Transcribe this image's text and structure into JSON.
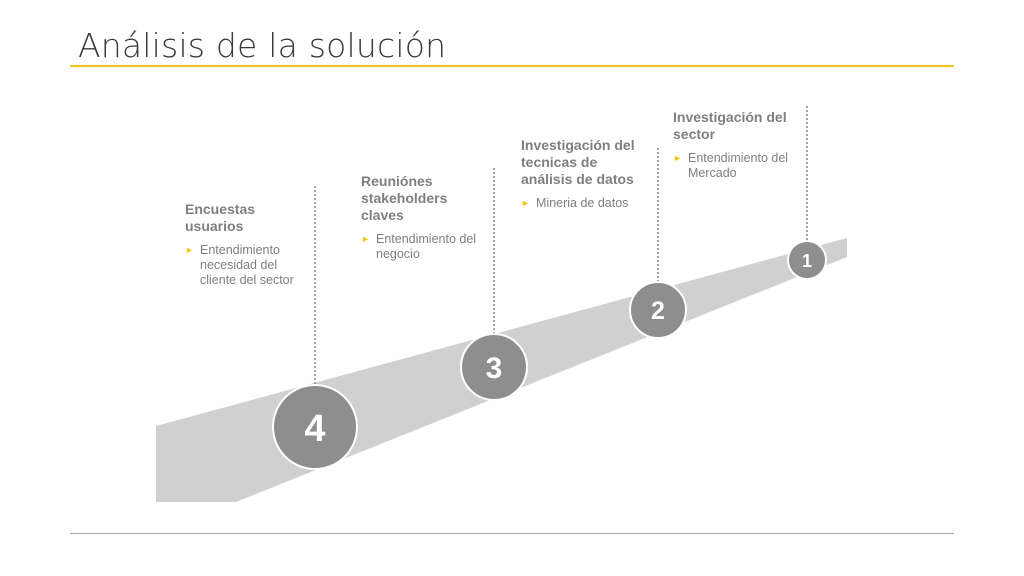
{
  "slide": {
    "title": "Análisis de la solución"
  },
  "colors": {
    "accent": "#f5c518",
    "band": "#d0d0d0",
    "circle": "#8e8e8e",
    "text": "#7f7f7f",
    "title": "#3a3a3a",
    "connector": "#8a8a8a"
  },
  "steps": [
    {
      "number": "4",
      "title": "Encuestas usuarios",
      "bullet": "Entendimiento necesidad del cliente del sector"
    },
    {
      "number": "3",
      "title": "Reuniónes stakeholders claves",
      "bullet": "Entendimiento del negocio"
    },
    {
      "number": "2",
      "title": "Investigación del tecnicas de análisis de datos",
      "bullet": "Mineria de datos"
    },
    {
      "number": "1",
      "title": "Investigación del sector",
      "bullet": "Entendimiento del Mercado"
    }
  ]
}
